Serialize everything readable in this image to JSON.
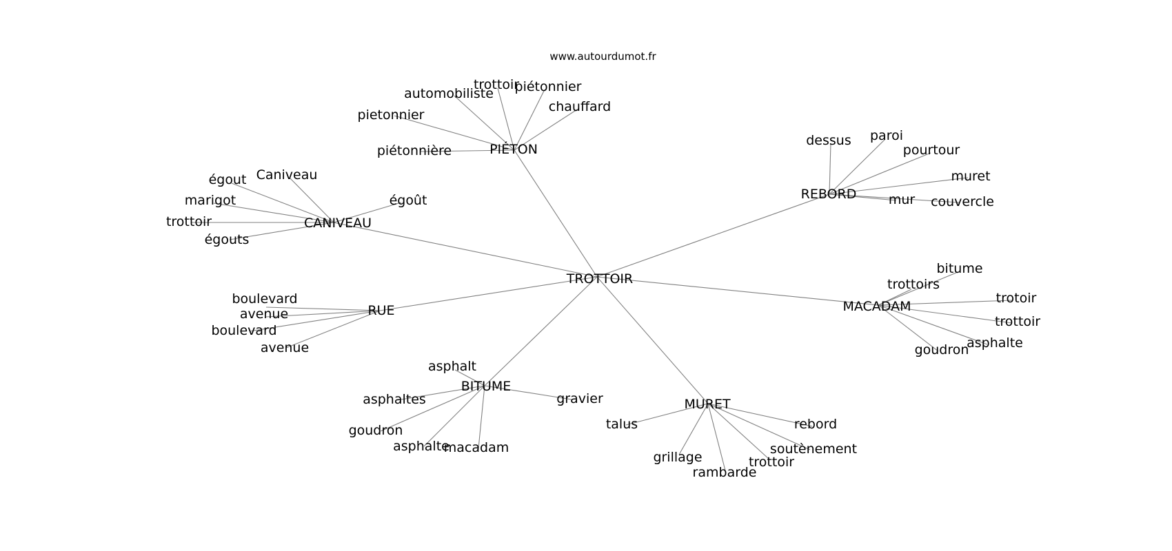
{
  "header": {
    "site": "www.autourdumot.fr"
  },
  "colors": {
    "edge": "#808080",
    "text": "#000000",
    "background": "#ffffff"
  },
  "graph": {
    "root": "TROTTOIR",
    "clusters": [
      {
        "label": "PIÉTON",
        "words": [
          "trottoir",
          "piétonnier",
          "automobiliste",
          "chauffard",
          "pietonnier",
          "piétonnière"
        ]
      },
      {
        "label": "CANIVEAU",
        "words": [
          "Caniveau",
          "égout",
          "égoût",
          "marigot",
          "trottoir",
          "égouts"
        ]
      },
      {
        "label": "REBORD",
        "words": [
          "dessus",
          "paroi",
          "pourtour",
          "muret",
          "mur",
          "couvercle"
        ]
      },
      {
        "label": "RUE",
        "words": [
          "boulevard",
          "avenue",
          "boulevard",
          "avenue"
        ]
      },
      {
        "label": "MACADAM",
        "words": [
          "bitume",
          "trottoirs",
          "trotoir",
          "trottoir",
          "asphalte",
          "goudron"
        ]
      },
      {
        "label": "BITUME",
        "words": [
          "asphalt",
          "asphaltes",
          "gravier",
          "goudron",
          "asphalte",
          "macadam"
        ]
      },
      {
        "label": "MURET",
        "words": [
          "talus",
          "rebord",
          "soutènement",
          "grillage",
          "trottoir",
          "rambarde"
        ]
      }
    ]
  }
}
